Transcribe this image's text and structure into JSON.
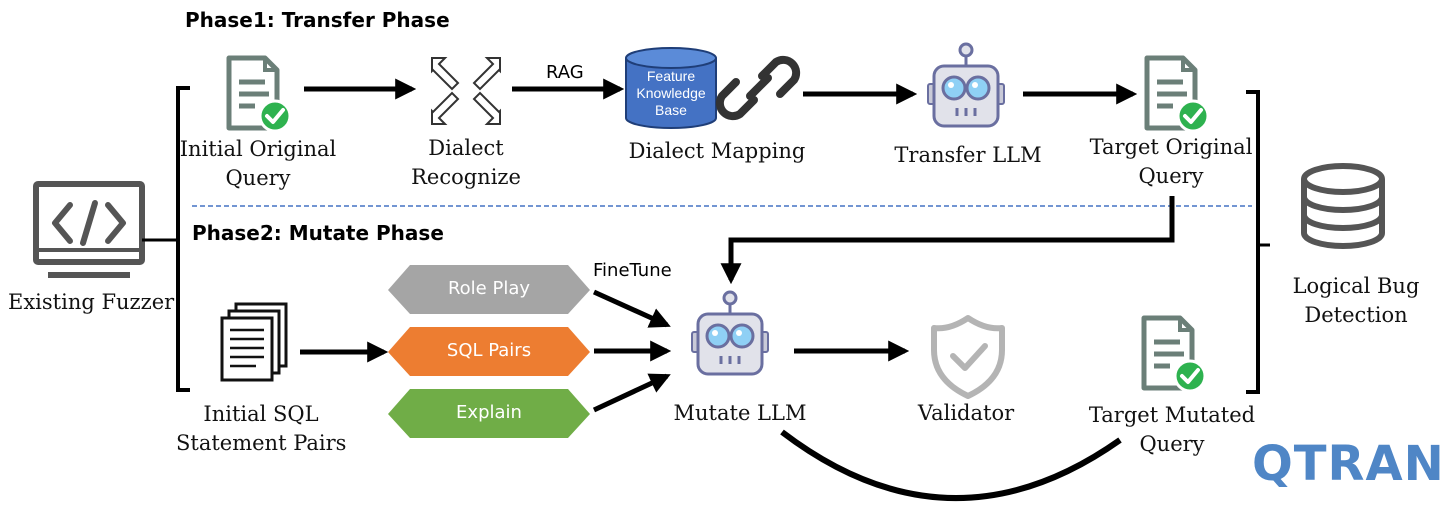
{
  "phase1": {
    "title": "Phase1: Transfer Phase"
  },
  "phase2": {
    "title": "Phase2: Mutate Phase"
  },
  "labels": {
    "existing_fuzzer": "Existing Fuzzer",
    "initial_original_query": [
      "Initial Original",
      "Query"
    ],
    "dialect_recognize": [
      "Dialect",
      "Recognize"
    ],
    "rag": "RAG",
    "knowledge_base": [
      "Feature",
      "Knowledge",
      "Base"
    ],
    "dialect_mapping": "Dialect Mapping",
    "transfer_llm": "Transfer LLM",
    "target_original_query": [
      "Target Original",
      "Query"
    ],
    "logical_bug_detection": [
      "Logical Bug",
      "Detection"
    ],
    "finetune": "FineTune",
    "initial_sql_statement_pairs": [
      "Initial SQL",
      "Statement Pairs"
    ],
    "mutate_llm": "Mutate LLM",
    "validator": "Validator",
    "target_mutated_query": [
      "Target Mutated",
      "Query"
    ],
    "brand": "QTRAN"
  },
  "prompts": [
    {
      "label": "Role Play",
      "color": "#a5a5a5"
    },
    {
      "label": "SQL Pairs",
      "color": "#ed7d31"
    },
    {
      "label": "Explain",
      "color": "#70ad47"
    }
  ],
  "colors": {
    "doc_icon": "#6b7f78",
    "check": "#2eb24f",
    "db_cylinder": "#4472c4",
    "robot_body": "#e1e2ea",
    "robot_outline": "#6a6fa0",
    "robot_eye": "#8fd0f5",
    "divider": "#4472c4",
    "brand": "#4f86c6"
  },
  "icons": [
    "code-monitor-icon",
    "document-check-icon",
    "expand-arrows-icon",
    "database-cylinder-icon",
    "link-chain-icon",
    "robot-icon",
    "shield-check-icon",
    "stacked-documents-icon",
    "database-stack-icon"
  ]
}
